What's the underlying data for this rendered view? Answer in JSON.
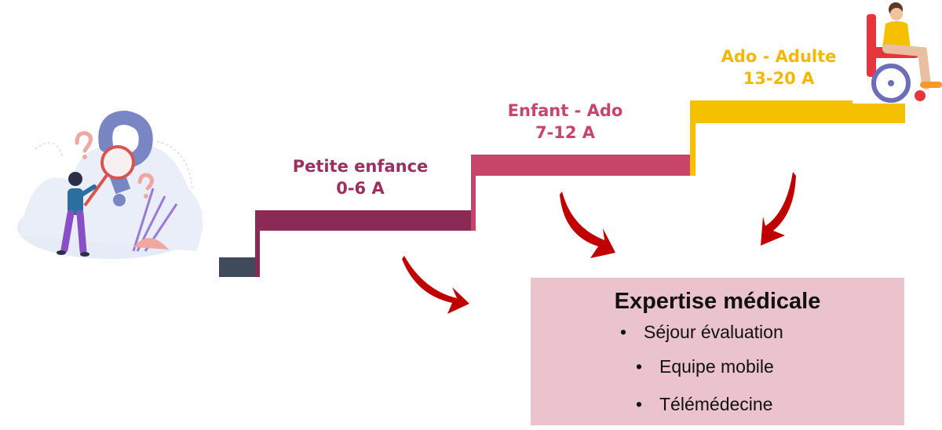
{
  "steps": [
    {
      "title": "Petite enfance",
      "age": "0-6 A",
      "color": "#9b3060"
    },
    {
      "title": "Enfant - Ado",
      "age": "7-12 A",
      "color": "#c8456a"
    },
    {
      "title": "Ado - Adulte",
      "age": "13-20 A",
      "color": "#f5b800"
    }
  ],
  "base_color": "#3f4a5c",
  "arrow_color": "#c00000",
  "expertise": {
    "title": "Expertise médicale",
    "bullet_glyph": "•",
    "items": [
      "Séjour évaluation",
      "Equipe mobile",
      "Télémédecine"
    ]
  },
  "icons": [
    "magnifier-search-illustration",
    "wheelchair-person-illustration"
  ]
}
